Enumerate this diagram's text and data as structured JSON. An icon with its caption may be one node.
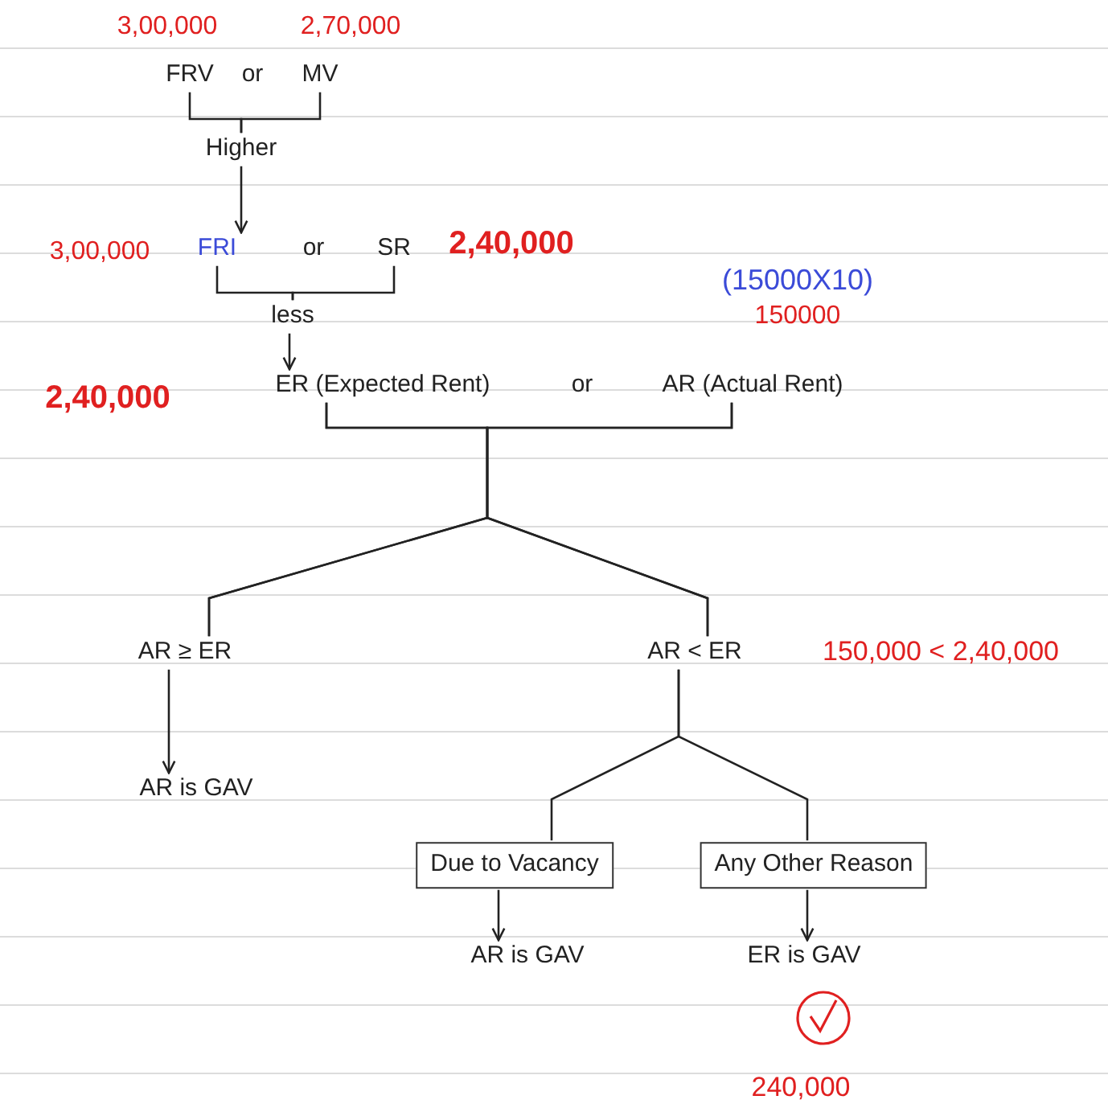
{
  "diagram": {
    "nodes": [
      {
        "text": [
          "FRV"
        ]
      },
      {
        "text": [
          "MV"
        ]
      },
      {
        "text": [
          "Higher"
        ]
      },
      {
        "text": [
          "FRI"
        ]
      },
      {
        "text": [
          "SR"
        ]
      },
      {
        "text": [
          "less"
        ]
      },
      {
        "text": [
          "ER (Expected Rent)"
        ]
      },
      {
        "text": [
          "AR (Actual Rent)"
        ]
      },
      {
        "text": [
          "AR ≥ ER"
        ]
      },
      {
        "text": [
          "AR < ER"
        ]
      },
      {
        "text": [
          "AR is GAV"
        ]
      },
      {
        "text": [
          "Due to Vacancy"
        ]
      },
      {
        "text": [
          "Any Other Reason"
        ]
      },
      {
        "text": [
          "AR is GAV"
        ]
      },
      {
        "text": [
          "ER is GAV"
        ]
      }
    ],
    "edges": [
      {
        "from": 0,
        "to": 2,
        "arrow": "none"
      },
      {
        "from": 1,
        "to": 2,
        "arrow": "none"
      },
      {
        "from": 2,
        "to": 3,
        "arrow": "to"
      },
      {
        "from": 3,
        "to": 5,
        "arrow": "none"
      },
      {
        "from": 4,
        "to": 5,
        "arrow": "none"
      },
      {
        "from": 5,
        "to": 6,
        "arrow": "to"
      },
      {
        "from": 6,
        "to": 8,
        "arrow": "none"
      },
      {
        "from": 6,
        "to": 9,
        "arrow": "none"
      },
      {
        "from": 7,
        "to": 8,
        "arrow": "none"
      },
      {
        "from": 7,
        "to": 9,
        "arrow": "none"
      },
      {
        "from": 8,
        "to": 10,
        "arrow": "to"
      },
      {
        "from": 9,
        "to": 11,
        "arrow": "none"
      },
      {
        "from": 9,
        "to": 12,
        "arrow": "none"
      },
      {
        "from": 11,
        "to": 13,
        "arrow": "to"
      },
      {
        "from": 12,
        "to": 14,
        "arrow": "to"
      }
    ],
    "labels": [
      "3,00,000",
      "2,70,000",
      "or",
      "3,00,000",
      "or",
      "2,40,000",
      "(15000X10)",
      "150000",
      "2,40,000",
      "or",
      "150,000 < 2,40,000",
      "240,000"
    ]
  }
}
